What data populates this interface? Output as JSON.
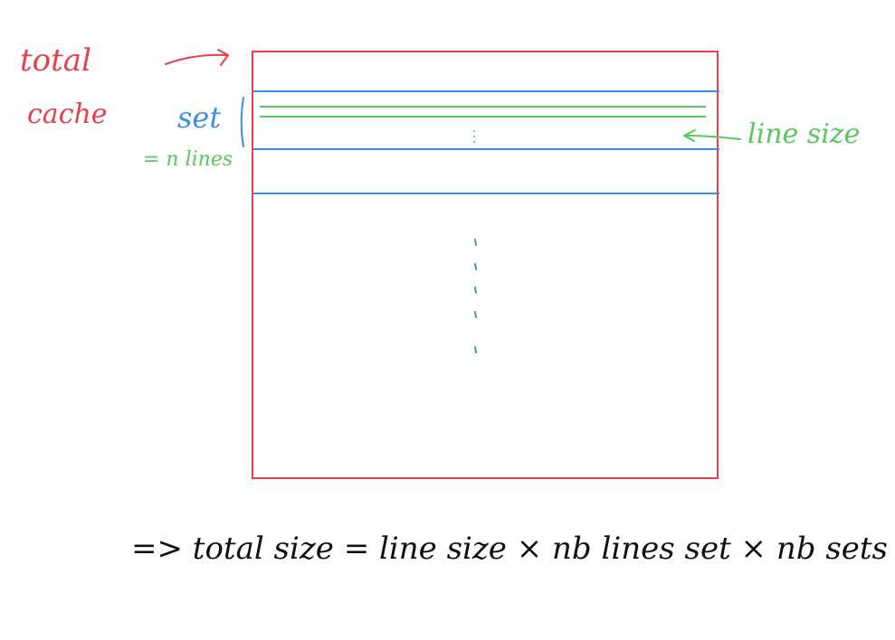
{
  "labels": {
    "total_cache_line1": "total",
    "total_cache_line2": "cache",
    "set": "set",
    "n_lines": "= n lines",
    "line_size": "line size"
  },
  "formula": "=> total size = line size × nb lines set × nb sets",
  "colors": {
    "cache_border": "#e8404a",
    "set_lines": "#3d8fe0",
    "cache_lines": "#59c75e",
    "formula_text": "#111111"
  }
}
